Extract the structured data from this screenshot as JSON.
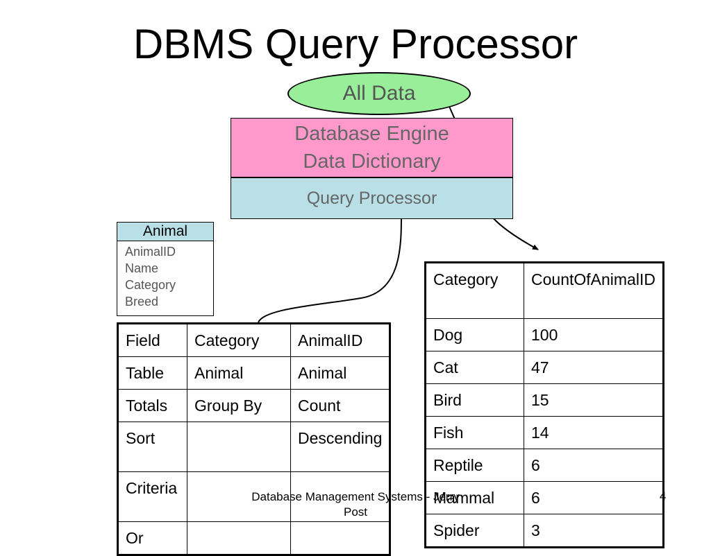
{
  "slide": {
    "title": "DBMS Query Processor",
    "footer": "Database Management Systems - Jerry Post",
    "page_number": "4"
  },
  "diagram": {
    "all_data_label": "All Data",
    "engine_line1": "Database Engine",
    "engine_line2": "Data Dictionary",
    "query_processor_label": "Query Processor",
    "colors": {
      "all_data": "#99ee99",
      "engine": "#ff99cc",
      "query_processor": "#b8e0e6"
    }
  },
  "animal_table": {
    "name": "Animal",
    "fields": [
      "AnimalID",
      "Name",
      "Category",
      "Breed"
    ]
  },
  "query_grid": {
    "rows": [
      [
        "Field",
        "Category",
        "AnimalID"
      ],
      [
        "Table",
        "Animal",
        "Animal"
      ],
      [
        "Totals",
        "Group By",
        "Count"
      ],
      [
        "Sort",
        "",
        "Descending"
      ],
      [
        "Criteria",
        "",
        ""
      ],
      [
        "Or",
        "",
        ""
      ]
    ]
  },
  "result_grid": {
    "headers": [
      "Category",
      "CountOfAnimalID"
    ],
    "rows": [
      [
        "Dog",
        "100"
      ],
      [
        "Cat",
        "47"
      ],
      [
        "Bird",
        "15"
      ],
      [
        "Fish",
        "14"
      ],
      [
        "Reptile",
        "6"
      ],
      [
        "Mammal",
        "6"
      ],
      [
        "Spider",
        "3"
      ]
    ]
  }
}
